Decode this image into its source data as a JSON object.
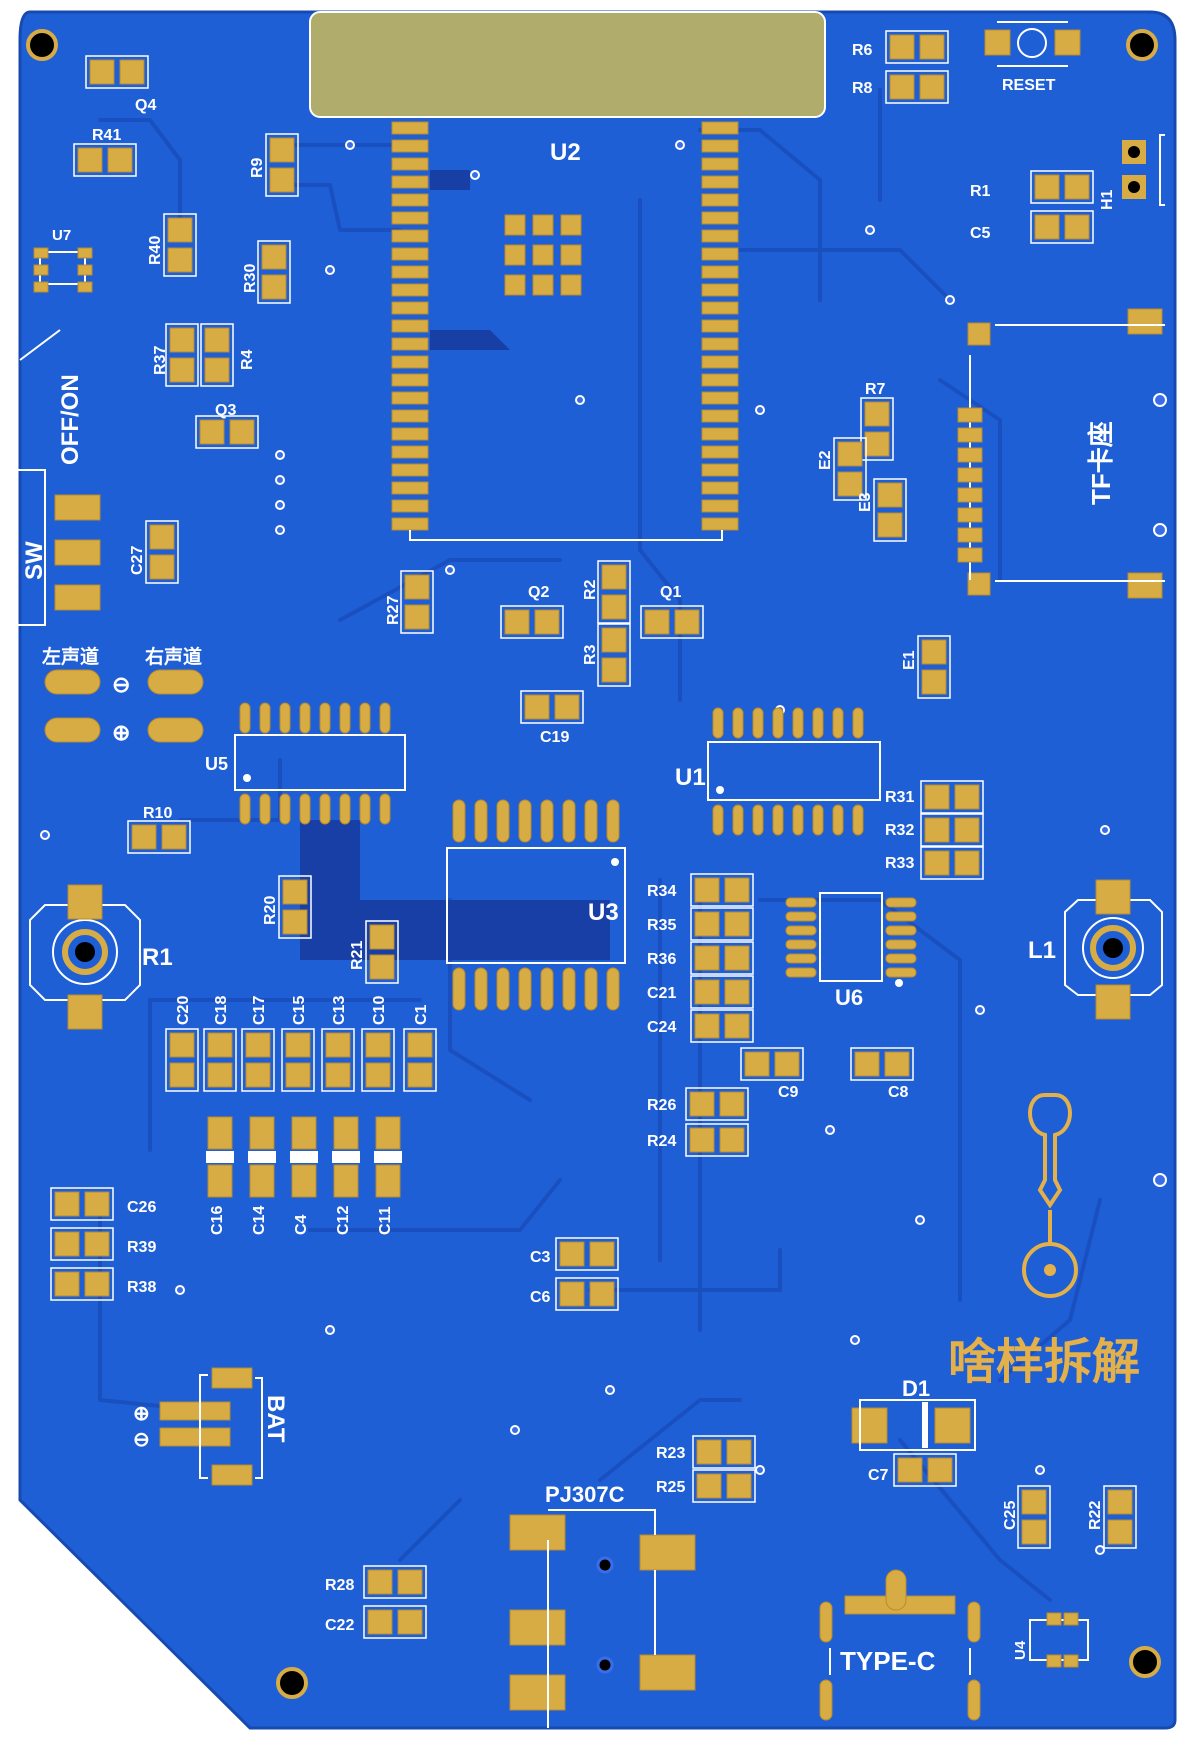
{
  "board": {
    "color": "#1f5fd6",
    "trace_color": "#1a4fc0",
    "pad_color": "#d8ac45",
    "silk_color": "#ffffff"
  },
  "labels": {
    "u2": "U2",
    "reset": "RESET",
    "h1": "H1",
    "tf": "TF卡座",
    "sw": "SW",
    "off_on": "OFF/ON",
    "left_ch": "左声道",
    "right_ch": "右声道",
    "minus": "⊖",
    "plus": "⊕",
    "u1": "U1",
    "u3": "U3",
    "u5": "U5",
    "u6": "U6",
    "u7": "U7",
    "u4": "U4",
    "r1_pot": "R1",
    "l1": "L1",
    "bat": "BAT",
    "pj307c": "PJ307C",
    "type_c": "TYPE-C",
    "d1": "D1",
    "logo": "啥样拆解"
  },
  "refs": {
    "R6": "R6",
    "R8": "R8",
    "R1": "R1",
    "C5": "C5",
    "Q4": "Q4",
    "R41": "R41",
    "R40": "R40",
    "R30": "R30",
    "R9": "R9",
    "R37": "R37",
    "R4": "R4",
    "Q3": "Q3",
    "C27": "C27",
    "R7": "R7",
    "E2": "E2",
    "E3": "E3",
    "E1": "E1",
    "R27": "R27",
    "Q2": "Q2",
    "R2": "R2",
    "R3": "R3",
    "Q1": "Q1",
    "C19": "C19",
    "R10": "R10",
    "R20": "R20",
    "R21": "R21",
    "R31": "R31",
    "R32": "R32",
    "R33": "R33",
    "R34": "R34",
    "R35": "R35",
    "R36": "R36",
    "C21": "C21",
    "C24": "C24",
    "C9": "C9",
    "C8": "C8",
    "R26": "R26",
    "R24": "R24",
    "C20": "C20",
    "C18": "C18",
    "C17": "C17",
    "C15": "C15",
    "C13": "C13",
    "C10": "C10",
    "C1": "C1",
    "C16": "C16",
    "C14": "C14",
    "C4": "C4",
    "C12": "C12",
    "C11": "C11",
    "C26": "C26",
    "R39": "R39",
    "R38": "R38",
    "C3": "C3",
    "C6": "C6",
    "R23": "R23",
    "R25": "R25",
    "C7": "C7",
    "C25": "C25",
    "R22": "R22",
    "R28": "R28",
    "C22": "C22"
  }
}
